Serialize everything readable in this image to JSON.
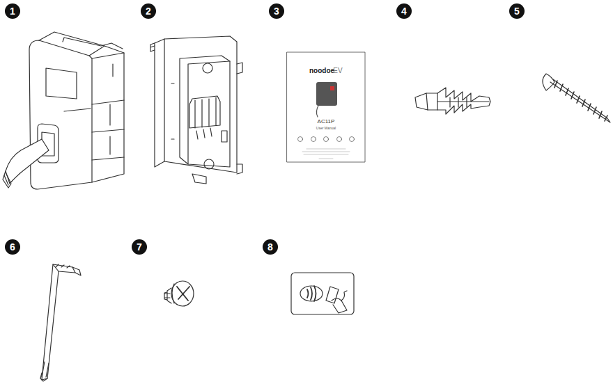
{
  "diagram": {
    "labels": [
      "1",
      "2",
      "3",
      "4",
      "5",
      "6",
      "7",
      "8",
      "noodoe",
      "EV",
      "AC11P",
      "User Manual"
    ]
  }
}
